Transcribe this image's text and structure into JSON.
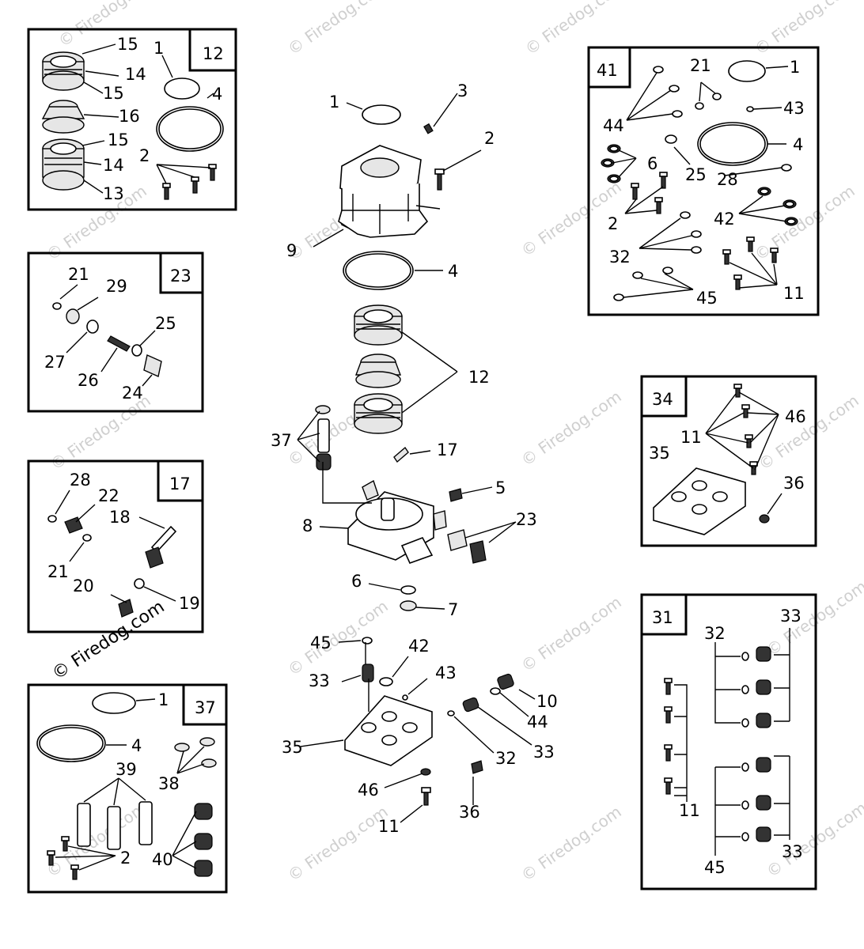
{
  "watermark": {
    "text": "© Firedog.com",
    "dark_text": "© Firedog.com"
  },
  "kits": {
    "k12": {
      "id": "12",
      "labels": [
        "15",
        "14",
        "15",
        "16",
        "15",
        "14",
        "13",
        "1",
        "4",
        "2"
      ]
    },
    "k23": {
      "id": "23",
      "labels": [
        "21",
        "29",
        "27",
        "26",
        "25",
        "24"
      ]
    },
    "k17": {
      "id": "17",
      "labels": [
        "28",
        "22",
        "21",
        "18",
        "20",
        "19"
      ]
    },
    "k37": {
      "id": "37",
      "labels": [
        "1",
        "4",
        "39",
        "38",
        "2",
        "40"
      ]
    },
    "k41": {
      "id": "41",
      "labels": [
        "21",
        "1",
        "44",
        "43",
        "6",
        "25",
        "4",
        "28",
        "2",
        "42",
        "32",
        "45",
        "11"
      ]
    },
    "k34": {
      "id": "34",
      "labels": [
        "46",
        "11",
        "35",
        "36"
      ]
    },
    "k31": {
      "id": "31",
      "labels": [
        "33",
        "32",
        "11",
        "33",
        "45"
      ]
    }
  },
  "main": {
    "labels": [
      "1",
      "3",
      "2",
      "9",
      "4",
      "12",
      "37",
      "17",
      "5",
      "8",
      "23",
      "6",
      "7",
      "45",
      "42",
      "43",
      "33",
      "10",
      "44",
      "35",
      "32",
      "33",
      "46",
      "36",
      "11"
    ]
  }
}
